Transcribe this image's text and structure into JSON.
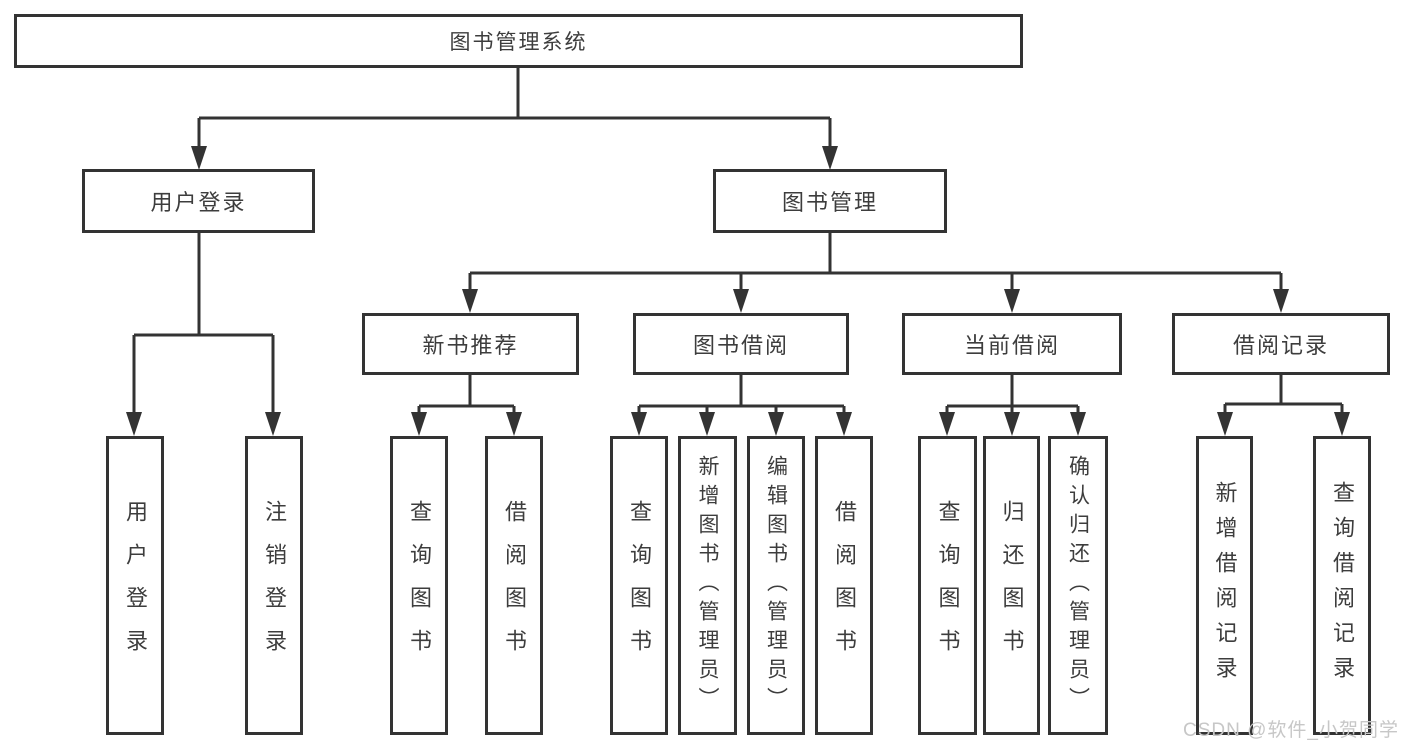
{
  "tree": {
    "root": {
      "label": "图书管理系统"
    },
    "branches": [
      {
        "label": "用户登录",
        "children": [
          {
            "label": "用户登录"
          },
          {
            "label": "注销登录"
          }
        ]
      },
      {
        "label": "图书管理",
        "children": [
          {
            "label": "新书推荐",
            "children": [
              {
                "label": "查询图书"
              },
              {
                "label": "借阅图书"
              }
            ]
          },
          {
            "label": "图书借阅",
            "children": [
              {
                "label": "查询图书"
              },
              {
                "label": "新增图书（管理员）"
              },
              {
                "label": "编辑图书（管理员）"
              },
              {
                "label": "借阅图书"
              }
            ]
          },
          {
            "label": "当前借阅",
            "children": [
              {
                "label": "查询图书"
              },
              {
                "label": "归还图书"
              },
              {
                "label": "确认归还（管理员）"
              }
            ]
          },
          {
            "label": "借阅记录",
            "children": [
              {
                "label": "新增借阅记录"
              },
              {
                "label": "查询借阅记录"
              }
            ]
          }
        ]
      }
    ]
  },
  "watermark": {
    "text": "CSDN @软件_小贺同学"
  },
  "colors": {
    "line": "#333333",
    "border": "#333333",
    "text": "#3d3d3d",
    "watermark": "#c7c7c7",
    "background": "#ffffff"
  }
}
